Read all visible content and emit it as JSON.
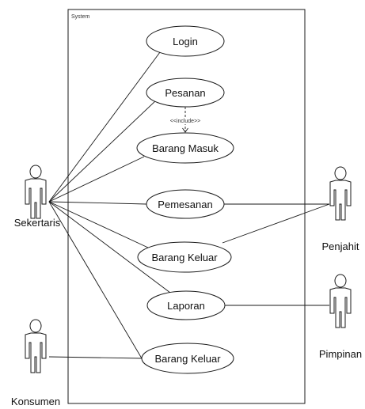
{
  "system": {
    "title": "System"
  },
  "actors": [
    {
      "id": "sekertaris",
      "label": "Sekertaris"
    },
    {
      "id": "penjahit",
      "label": "Penjahit"
    },
    {
      "id": "pimpinan",
      "label": "Pimpinan"
    },
    {
      "id": "konsumen",
      "label": "Konsumen"
    }
  ],
  "use_cases": [
    {
      "id": "login",
      "label": "Login"
    },
    {
      "id": "pesanan",
      "label": "Pesanan"
    },
    {
      "id": "barang_masuk",
      "label": "Barang Masuk"
    },
    {
      "id": "pemesanan",
      "label": "Pemesanan"
    },
    {
      "id": "barang_keluar_1",
      "label": "Barang Keluar"
    },
    {
      "id": "laporan",
      "label": "Laporan"
    },
    {
      "id": "barang_keluar_2",
      "label": "Barang Keluar"
    }
  ],
  "include_relation": {
    "label": "<<include>>",
    "from": "pesanan",
    "to": "barang_masuk"
  },
  "associations": [
    [
      "sekertaris",
      "login"
    ],
    [
      "sekertaris",
      "pesanan"
    ],
    [
      "sekertaris",
      "barang_masuk"
    ],
    [
      "sekertaris",
      "pemesanan"
    ],
    [
      "sekertaris",
      "barang_keluar_1"
    ],
    [
      "sekertaris",
      "laporan"
    ],
    [
      "sekertaris",
      "barang_keluar_2"
    ],
    [
      "penjahit",
      "pemesanan"
    ],
    [
      "penjahit",
      "barang_keluar_1"
    ],
    [
      "pimpinan",
      "laporan"
    ],
    [
      "konsumen",
      "barang_keluar_2"
    ]
  ],
  "colors": {
    "stroke": "#1a1a1a",
    "text": "#111111",
    "background": "#ffffff"
  }
}
